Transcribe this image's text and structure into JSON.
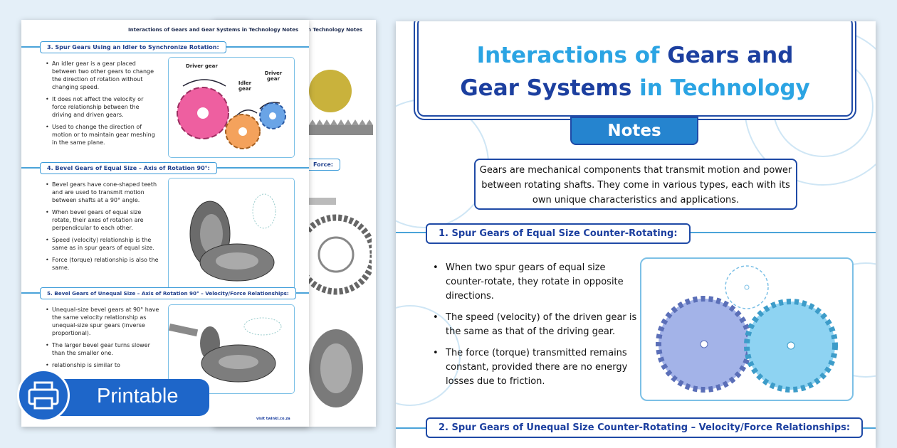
{
  "back_sheet": {
    "header": "n Technology Notes",
    "section_tab_partial": "Force:"
  },
  "left_sheet": {
    "header": "Interactions of Gears and Gear Systems in Technology Notes",
    "sections": [
      {
        "title": "3.  Spur Gears Using an Idler to Synchronize Rotation:",
        "bullets": [
          "An idler gear is a gear placed between two other gears to change the direction of rotation without changing speed.",
          "It does not affect the velocity or force relationship between the driving and driven gears.",
          "Used to change the direction of motion or to maintain gear meshing in the same plane."
        ],
        "labels": {
          "driver": "Driver gear",
          "idler": "Idler gear",
          "driven": "Driver gear"
        }
      },
      {
        "title": "4.  Bevel Gears of Equal Size – Axis of Rotation 90°:",
        "bullets": [
          "Bevel gears have cone-shaped teeth and are used to transmit motion between shafts at a 90° angle.",
          "When bevel gears of equal size rotate, their axes of rotation are perpendicular to each other.",
          "Speed (velocity) relationship is the same as in spur gears of equal size.",
          "Force (torque) relationship is also the same."
        ]
      },
      {
        "title": "5.  Bevel Gears of Unequal Size – Axis of Rotation 90° – Velocity/Force Relationships:",
        "bullets": [
          "Unequal-size bevel gears at 90° have the same velocity relationship as unequal-size spur gears (inverse proportional).",
          "The larger bevel gear turns slower than the smaller one.",
          "relationship is similar to"
        ]
      }
    ],
    "footer": "visit twinkl.co.za"
  },
  "right_sheet": {
    "title_line1_light": "Interactions of ",
    "title_line1_dark": "Gears and",
    "title_line2_dark": "Gear Systems ",
    "title_line2_light": "in Technology",
    "notes_tab": "Notes",
    "intro": "Gears are mechanical components that transmit motion and power between rotating shafts. They come in various types, each with its own unique characteristics and applications.",
    "section1_title": "1.  Spur Gears of Equal Size Counter-Rotating:",
    "section1_bullets": [
      "When two spur gears of equal size counter-rotate, they rotate in opposite directions.",
      "The speed (velocity) of the driven gear is the same as that of the driving gear.",
      "The force (torque) transmitted remains constant, provided there are no energy losses due to friction."
    ],
    "section2_title": "2.  Spur Gears of Unequal Size Counter-Rotating – Velocity/Force Relationships:"
  },
  "badge": {
    "label": "Printable",
    "icon": "printer-icon"
  },
  "colors": {
    "dark_blue": "#1c3f9f",
    "light_blue": "#2ba4e3",
    "badge_blue": "#1e66c9",
    "gear_pink": "#ee5fa0",
    "gear_orange": "#f4a25c",
    "gear_blue": "#6aa4e6",
    "gear_lavender": "#a3b3e8",
    "gear_cyan": "#8ed3f2"
  }
}
